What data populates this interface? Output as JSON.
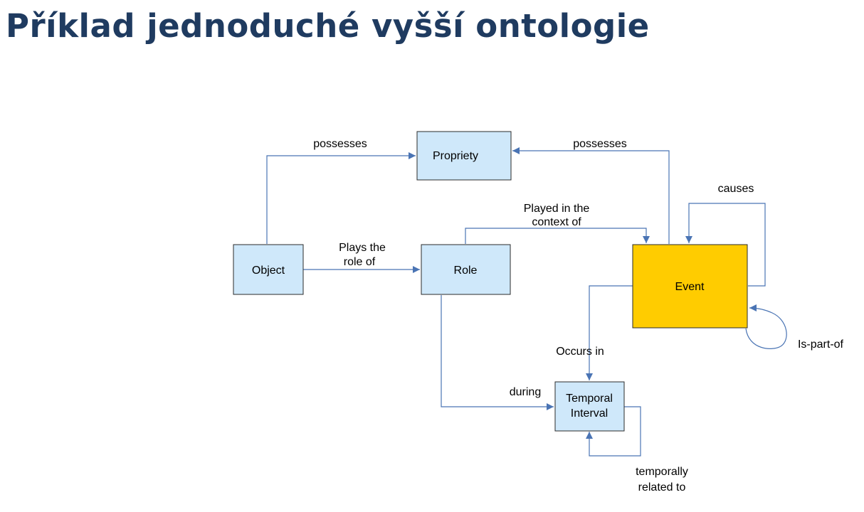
{
  "title": "Příklad jednoduché vyšší ontologie",
  "nodes": {
    "propriety": "Propriety",
    "object": "Object",
    "role": "Role",
    "event": "Event",
    "temporal_line1": "Temporal",
    "temporal_line2": "Interval"
  },
  "edges": {
    "object_possesses": "possesses",
    "event_possesses": "possesses",
    "causes": "causes",
    "played_line1": "Played in the",
    "played_line2": "context of",
    "plays_line1": "Plays the",
    "plays_line2": "role of",
    "occurs_in": "Occurs in",
    "is_part_of": "Is-part-of",
    "during": "during",
    "temporally_line1": "temporally",
    "temporally_line2": "related to"
  },
  "colors": {
    "title": "#1f3b60",
    "box_fill": "#cfe8fa",
    "event_fill": "#ffcc00",
    "edge": "#4a74b4"
  }
}
